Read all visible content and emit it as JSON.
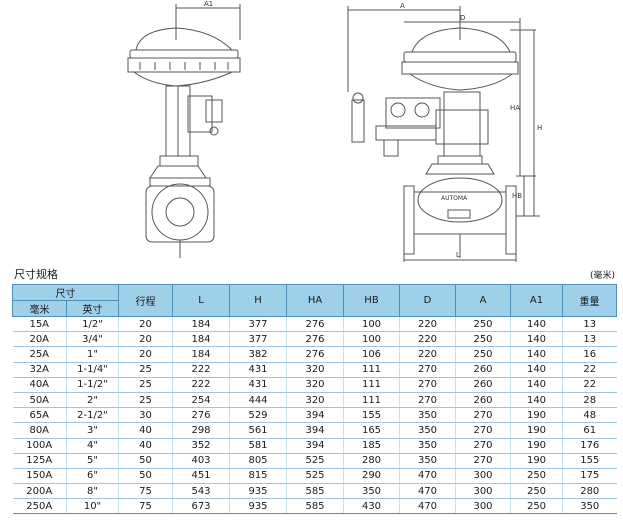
{
  "drawing": {
    "left_view": {
      "dim_label": "A1"
    },
    "right_view": {
      "dim_labels": {
        "a": "A",
        "d": "D",
        "ha": "HA",
        "h": "H",
        "hb": "HB",
        "l": "L"
      },
      "brand_text": "AUTOMA"
    }
  },
  "section_title": "尺寸规格",
  "unit_note": "(毫米)",
  "table": {
    "header": {
      "size_group": "尺寸",
      "size_mm": "毫米",
      "size_inch": "英寸",
      "stroke": "行程",
      "l": "L",
      "h": "H",
      "ha": "HA",
      "hb": "HB",
      "d": "D",
      "a": "A",
      "a1": "A1",
      "weight": "重量"
    },
    "rows": [
      [
        "15A",
        "1/2\"",
        "20",
        "184",
        "377",
        "276",
        "100",
        "220",
        "250",
        "140",
        "13"
      ],
      [
        "20A",
        "3/4\"",
        "20",
        "184",
        "377",
        "276",
        "100",
        "220",
        "250",
        "140",
        "13"
      ],
      [
        "25A",
        "1\"",
        "20",
        "184",
        "382",
        "276",
        "106",
        "220",
        "250",
        "140",
        "16"
      ],
      [
        "32A",
        "1-1/4\"",
        "25",
        "222",
        "431",
        "320",
        "111",
        "270",
        "260",
        "140",
        "22"
      ],
      [
        "40A",
        "1-1/2\"",
        "25",
        "222",
        "431",
        "320",
        "111",
        "270",
        "260",
        "140",
        "22"
      ],
      [
        "50A",
        "2\"",
        "25",
        "254",
        "444",
        "320",
        "111",
        "270",
        "260",
        "140",
        "28"
      ],
      [
        "65A",
        "2-1/2\"",
        "30",
        "276",
        "529",
        "394",
        "155",
        "350",
        "270",
        "190",
        "48"
      ],
      [
        "80A",
        "3\"",
        "40",
        "298",
        "561",
        "394",
        "165",
        "350",
        "270",
        "190",
        "61"
      ],
      [
        "100A",
        "4\"",
        "40",
        "352",
        "581",
        "394",
        "185",
        "350",
        "270",
        "190",
        "176"
      ],
      [
        "125A",
        "5\"",
        "50",
        "403",
        "805",
        "525",
        "280",
        "350",
        "270",
        "190",
        "155"
      ],
      [
        "150A",
        "6\"",
        "50",
        "451",
        "815",
        "525",
        "290",
        "470",
        "300",
        "250",
        "175"
      ],
      [
        "200A",
        "8\"",
        "75",
        "543",
        "935",
        "585",
        "350",
        "470",
        "300",
        "250",
        "280"
      ],
      [
        "250A",
        "10\"",
        "75",
        "673",
        "935",
        "585",
        "430",
        "470",
        "300",
        "250",
        "350"
      ]
    ]
  }
}
